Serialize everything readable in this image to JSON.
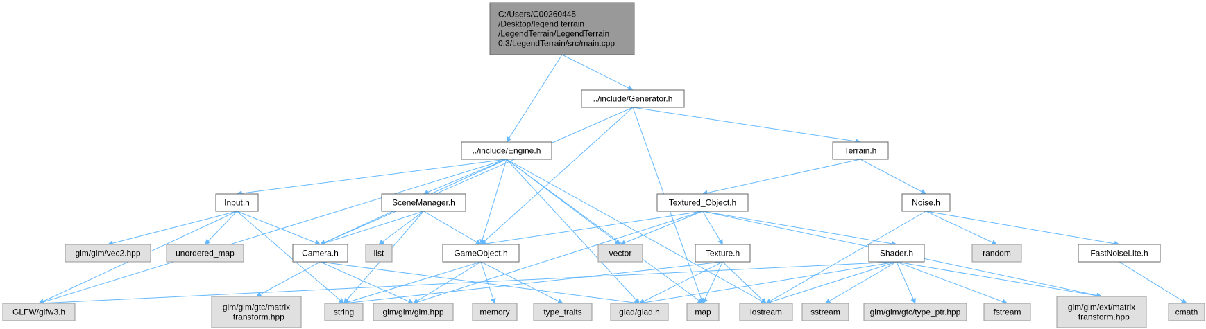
{
  "colors": {
    "edge": "#63b8ff",
    "root_fill": "#999999",
    "root_stroke": "#666666",
    "doc_fill": "#ffffff",
    "doc_stroke": "#666666",
    "sys_fill": "#e0e0e0",
    "sys_stroke": "#999999"
  },
  "nodes": [
    {
      "id": "main",
      "kind": "root",
      "lines": [
        "C:/Users/C00260445",
        "/Desktop/legend terrain",
        "/LegendTerrain/LegendTerrain",
        " 0.3/LegendTerrain/src/main.cpp"
      ]
    },
    {
      "id": "generator",
      "kind": "doc",
      "lines": [
        "../include/Generator.h"
      ]
    },
    {
      "id": "engine",
      "kind": "doc",
      "lines": [
        "../include/Engine.h"
      ]
    },
    {
      "id": "terrain",
      "kind": "doc",
      "lines": [
        "Terrain.h"
      ]
    },
    {
      "id": "input",
      "kind": "doc",
      "lines": [
        "Input.h"
      ]
    },
    {
      "id": "scenemanager",
      "kind": "doc",
      "lines": [
        "SceneManager.h"
      ]
    },
    {
      "id": "textured",
      "kind": "doc",
      "lines": [
        "Textured_Object.h"
      ]
    },
    {
      "id": "noise",
      "kind": "doc",
      "lines": [
        "Noise.h"
      ]
    },
    {
      "id": "vec2",
      "kind": "sys",
      "lines": [
        "glm/glm/vec2.hpp"
      ]
    },
    {
      "id": "unordered_map",
      "kind": "sys",
      "lines": [
        "unordered_map"
      ]
    },
    {
      "id": "camera",
      "kind": "doc",
      "lines": [
        "Camera.h"
      ]
    },
    {
      "id": "list",
      "kind": "sys",
      "lines": [
        "list"
      ]
    },
    {
      "id": "gameobject",
      "kind": "doc",
      "lines": [
        "GameObject.h"
      ]
    },
    {
      "id": "vector",
      "kind": "sys",
      "lines": [
        "vector"
      ]
    },
    {
      "id": "texture",
      "kind": "doc",
      "lines": [
        "Texture.h"
      ]
    },
    {
      "id": "shader",
      "kind": "doc",
      "lines": [
        "Shader.h"
      ]
    },
    {
      "id": "random",
      "kind": "sys",
      "lines": [
        "random"
      ]
    },
    {
      "id": "fastnoise",
      "kind": "doc",
      "lines": [
        "FastNoiseLite.h"
      ]
    },
    {
      "id": "glfw3",
      "kind": "sys",
      "lines": [
        "GLFW/glfw3.h"
      ]
    },
    {
      "id": "gtc_matrix",
      "kind": "sys",
      "lines": [
        "glm/glm/gtc/matrix",
        "_transform.hpp"
      ]
    },
    {
      "id": "string",
      "kind": "sys",
      "lines": [
        "string"
      ]
    },
    {
      "id": "glm_hpp",
      "kind": "sys",
      "lines": [
        "glm/glm/glm.hpp"
      ]
    },
    {
      "id": "memory",
      "kind": "sys",
      "lines": [
        "memory"
      ]
    },
    {
      "id": "type_traits",
      "kind": "sys",
      "lines": [
        "type_traits"
      ]
    },
    {
      "id": "glad",
      "kind": "sys",
      "lines": [
        "glad/glad.h"
      ]
    },
    {
      "id": "map",
      "kind": "sys",
      "lines": [
        "map"
      ]
    },
    {
      "id": "iostream",
      "kind": "sys",
      "lines": [
        "iostream"
      ]
    },
    {
      "id": "sstream",
      "kind": "sys",
      "lines": [
        "sstream"
      ]
    },
    {
      "id": "type_ptr",
      "kind": "sys",
      "lines": [
        "glm/glm/gtc/type_ptr.hpp"
      ]
    },
    {
      "id": "fstream",
      "kind": "sys",
      "lines": [
        "fstream"
      ]
    },
    {
      "id": "ext_matrix",
      "kind": "sys",
      "lines": [
        "glm/glm/ext/matrix",
        "_transform.hpp"
      ]
    },
    {
      "id": "cmath",
      "kind": "sys",
      "lines": [
        "cmath"
      ]
    }
  ],
  "edges": [
    [
      "main",
      "engine"
    ],
    [
      "main",
      "generator"
    ],
    [
      "generator",
      "camera"
    ],
    [
      "generator",
      "gameobject"
    ],
    [
      "generator",
      "terrain"
    ],
    [
      "generator",
      "map"
    ],
    [
      "engine",
      "glfw3"
    ],
    [
      "engine",
      "input"
    ],
    [
      "engine",
      "camera"
    ],
    [
      "engine",
      "scenemanager"
    ],
    [
      "engine",
      "gameobject"
    ],
    [
      "engine",
      "vector"
    ],
    [
      "engine",
      "glad"
    ],
    [
      "engine",
      "map"
    ],
    [
      "engine",
      "iostream"
    ],
    [
      "terrain",
      "textured"
    ],
    [
      "terrain",
      "noise"
    ],
    [
      "input",
      "glfw3"
    ],
    [
      "input",
      "vec2"
    ],
    [
      "input",
      "unordered_map"
    ],
    [
      "input",
      "camera"
    ],
    [
      "input",
      "string"
    ],
    [
      "scenemanager",
      "camera"
    ],
    [
      "scenemanager",
      "list"
    ],
    [
      "scenemanager",
      "gameobject"
    ],
    [
      "scenemanager",
      "string"
    ],
    [
      "textured",
      "gameobject"
    ],
    [
      "textured",
      "vector"
    ],
    [
      "textured",
      "texture"
    ],
    [
      "textured",
      "shader"
    ],
    [
      "textured",
      "glm_hpp"
    ],
    [
      "textured",
      "ext_matrix"
    ],
    [
      "noise",
      "iostream"
    ],
    [
      "noise",
      "random"
    ],
    [
      "noise",
      "fastnoise"
    ],
    [
      "camera",
      "gtc_matrix"
    ],
    [
      "camera",
      "glm_hpp"
    ],
    [
      "camera",
      "glad"
    ],
    [
      "gameobject",
      "string"
    ],
    [
      "gameobject",
      "glm_hpp"
    ],
    [
      "gameobject",
      "memory"
    ],
    [
      "gameobject",
      "type_traits"
    ],
    [
      "texture",
      "string"
    ],
    [
      "texture",
      "glad"
    ],
    [
      "texture",
      "map"
    ],
    [
      "texture",
      "iostream"
    ],
    [
      "shader",
      "glfw3"
    ],
    [
      "shader",
      "glad"
    ],
    [
      "shader",
      "iostream"
    ],
    [
      "shader",
      "sstream"
    ],
    [
      "shader",
      "type_ptr"
    ],
    [
      "shader",
      "fstream"
    ],
    [
      "shader",
      "ext_matrix"
    ],
    [
      "fastnoise",
      "cmath"
    ]
  ]
}
